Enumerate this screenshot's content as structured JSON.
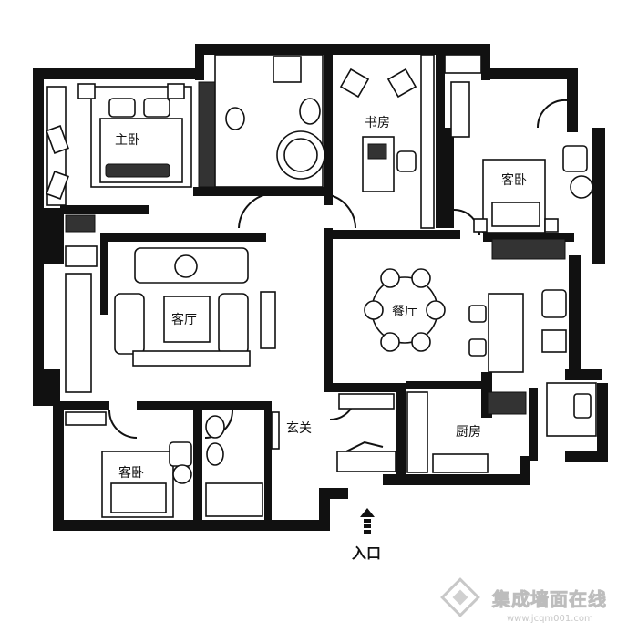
{
  "rooms": {
    "master_bedroom": "主卧",
    "study": "书房",
    "guest_bedroom_east": "客卧",
    "living_room": "客厅",
    "dining_room": "餐厅",
    "guest_bedroom_south": "客卧",
    "foyer": "玄关",
    "kitchen": "厨房"
  },
  "entrance": {
    "label": "入口"
  },
  "watermark": {
    "brand": "集成墙面在线",
    "url": "www.jcqm001.com"
  }
}
